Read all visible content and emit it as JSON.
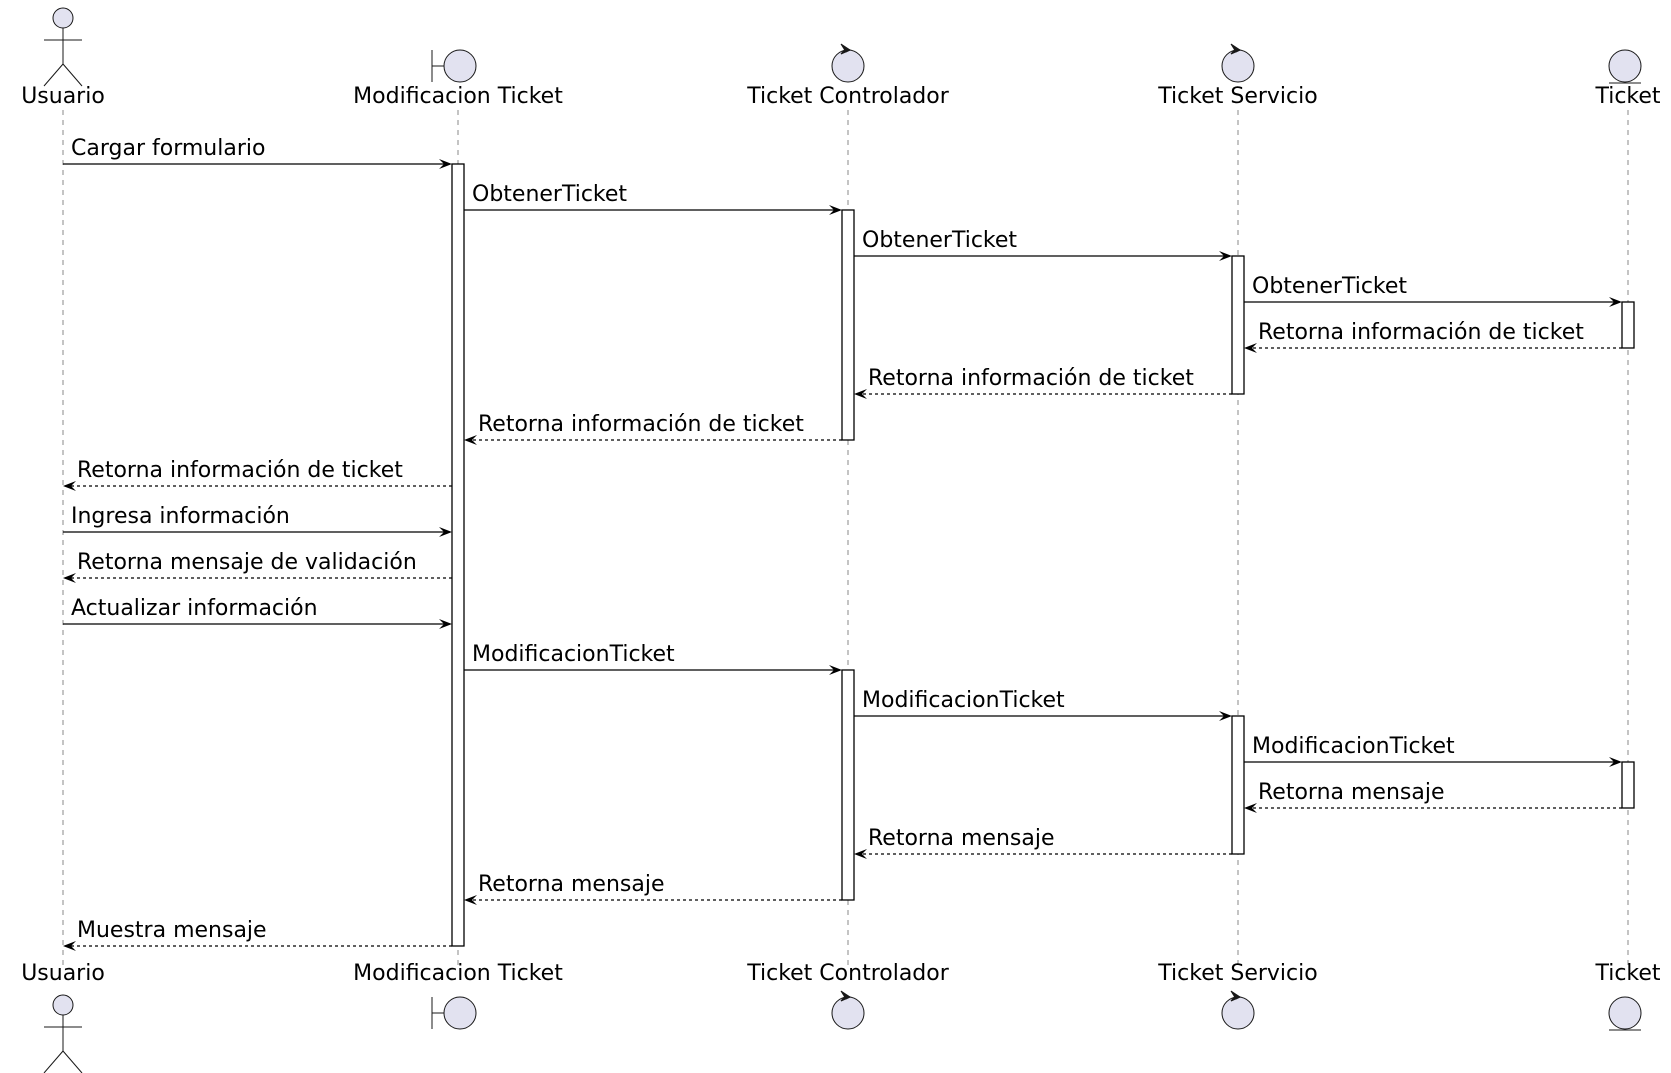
{
  "participants": [
    {
      "id": "usuario",
      "name": "Usuario",
      "kind": "actor"
    },
    {
      "id": "modificacion",
      "name": "Modificacion Ticket",
      "kind": "boundary"
    },
    {
      "id": "controlador",
      "name": "Ticket Controlador",
      "kind": "control"
    },
    {
      "id": "servicio",
      "name": "Ticket Servicio",
      "kind": "control"
    },
    {
      "id": "ticket",
      "name": "Ticket",
      "kind": "entity"
    }
  ],
  "messages": [
    {
      "from": "usuario",
      "to": "modificacion",
      "text": "Cargar formulario",
      "style": "solid"
    },
    {
      "from": "modificacion",
      "to": "controlador",
      "text": "ObtenerTicket",
      "style": "solid"
    },
    {
      "from": "controlador",
      "to": "servicio",
      "text": "ObtenerTicket",
      "style": "solid"
    },
    {
      "from": "servicio",
      "to": "ticket",
      "text": "ObtenerTicket",
      "style": "solid"
    },
    {
      "from": "ticket",
      "to": "servicio",
      "text": "Retorna información de ticket",
      "style": "dashed"
    },
    {
      "from": "servicio",
      "to": "controlador",
      "text": "Retorna información de ticket",
      "style": "dashed"
    },
    {
      "from": "controlador",
      "to": "modificacion",
      "text": "Retorna información de ticket",
      "style": "dashed"
    },
    {
      "from": "modificacion",
      "to": "usuario",
      "text": "Retorna información de ticket",
      "style": "dashed"
    },
    {
      "from": "usuario",
      "to": "modificacion",
      "text": "Ingresa información",
      "style": "solid"
    },
    {
      "from": "modificacion",
      "to": "usuario",
      "text": "Retorna mensaje de validación",
      "style": "dashed"
    },
    {
      "from": "usuario",
      "to": "modificacion",
      "text": "Actualizar información",
      "style": "solid"
    },
    {
      "from": "modificacion",
      "to": "controlador",
      "text": "ModificacionTicket",
      "style": "solid"
    },
    {
      "from": "controlador",
      "to": "servicio",
      "text": "ModificacionTicket",
      "style": "solid"
    },
    {
      "from": "servicio",
      "to": "ticket",
      "text": "ModificacionTicket",
      "style": "solid"
    },
    {
      "from": "ticket",
      "to": "servicio",
      "text": "Retorna mensaje",
      "style": "dashed"
    },
    {
      "from": "servicio",
      "to": "controlador",
      "text": "Retorna mensaje",
      "style": "dashed"
    },
    {
      "from": "controlador",
      "to": "modificacion",
      "text": "Retorna mensaje",
      "style": "dashed"
    },
    {
      "from": "modificacion",
      "to": "usuario",
      "text": "Muestra mensaje",
      "style": "dashed"
    }
  ],
  "activations": [
    {
      "participant": "modificacion",
      "from_message": 0,
      "to_message": 17
    },
    {
      "participant": "controlador",
      "from_message": 1,
      "to_message": 6
    },
    {
      "participant": "servicio",
      "from_message": 2,
      "to_message": 5
    },
    {
      "participant": "ticket",
      "from_message": 3,
      "to_message": 4
    },
    {
      "participant": "controlador",
      "from_message": 11,
      "to_message": 16
    },
    {
      "participant": "servicio",
      "from_message": 12,
      "to_message": 15
    },
    {
      "participant": "ticket",
      "from_message": 13,
      "to_message": 14
    }
  ],
  "colors": {
    "participant_fill": "#e2e2f0",
    "participant_stroke": "#181818",
    "line": "#000000",
    "lifeline": "#8a8a8a"
  }
}
